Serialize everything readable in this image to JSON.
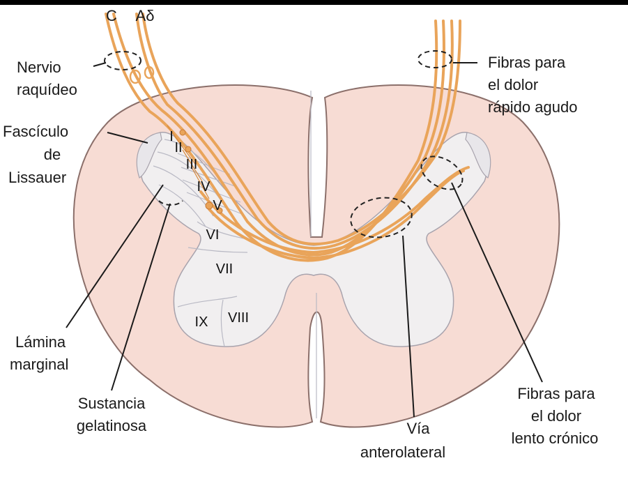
{
  "top_labels": {
    "c": "C",
    "a_delta": "Aδ"
  },
  "labels": {
    "nervio": [
      "Nervio",
      "raquídeo"
    ],
    "fasciculo": [
      "Fascículo",
      "de",
      "Lissauer"
    ],
    "lamina_marginal": [
      "Lámina",
      "marginal"
    ],
    "sustancia": [
      "Sustancia",
      "gelatinosa"
    ],
    "via": [
      "Vía",
      "anterolateral"
    ],
    "fibras_rapido": [
      "Fibras para",
      "el dolor",
      "rápido agudo"
    ],
    "fibras_lento": [
      "Fibras para",
      "el dolor",
      "lento crónico"
    ]
  },
  "laminae": {
    "i": "I",
    "ii": "II",
    "iii": "III",
    "iv": "IV",
    "v": "V",
    "vi": "VI",
    "vii": "VII",
    "viii": "VIII",
    "ix": "IX"
  },
  "colors": {
    "cord_fill": "#f7dcd4",
    "cord_stroke": "#8b6f6a",
    "grey_matter": "#f1eff0",
    "fiber": "#e9a45a",
    "fiber_dark": "#d98a3e",
    "text": "#1a1a1a"
  }
}
